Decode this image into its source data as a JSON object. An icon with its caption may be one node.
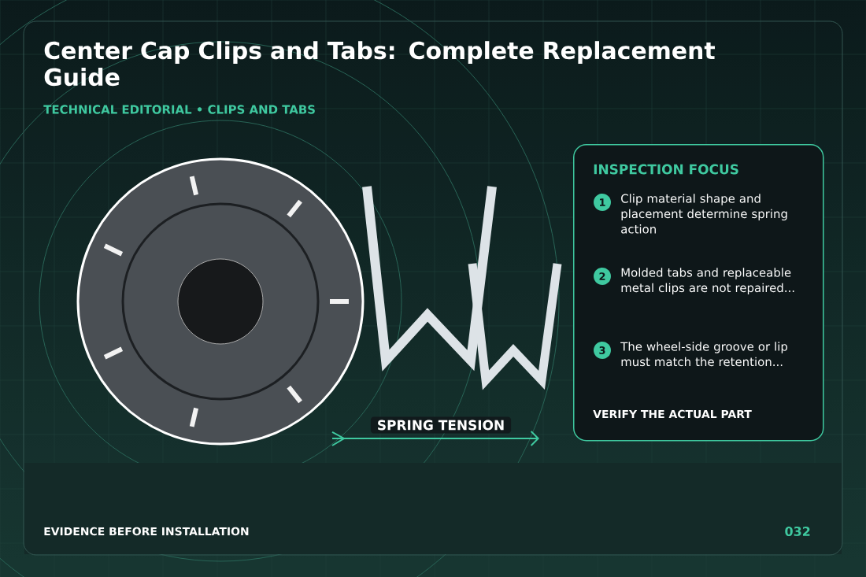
{
  "diagram": {
    "title": "Center Cap Clips and Tabs: Complete Replacement Guide",
    "nodes": [
      {
        "text": [
          "INSPECTION FOCUS",
          "VERIFY THE ACTUAL PART"
        ]
      },
      {
        "text": [
          "1"
        ],
        "in": 0,
        "beside": [
          "Clip material shape and placement determine spring action"
        ]
      },
      {
        "text": [
          "2"
        ],
        "in": 0,
        "beside": [
          "Molded tabs and replaceable metal clips are not repaired..."
        ]
      },
      {
        "text": [
          "3"
        ],
        "in": 0,
        "beside": [
          "The wheel-side groove or lip must match the retention..."
        ]
      }
    ],
    "labels": [
      "TECHNICAL EDITORIAL • CLIPS AND TABS",
      "SPRING TENSION",
      "EVIDENCE BEFORE INSTALLATION",
      "032"
    ]
  }
}
